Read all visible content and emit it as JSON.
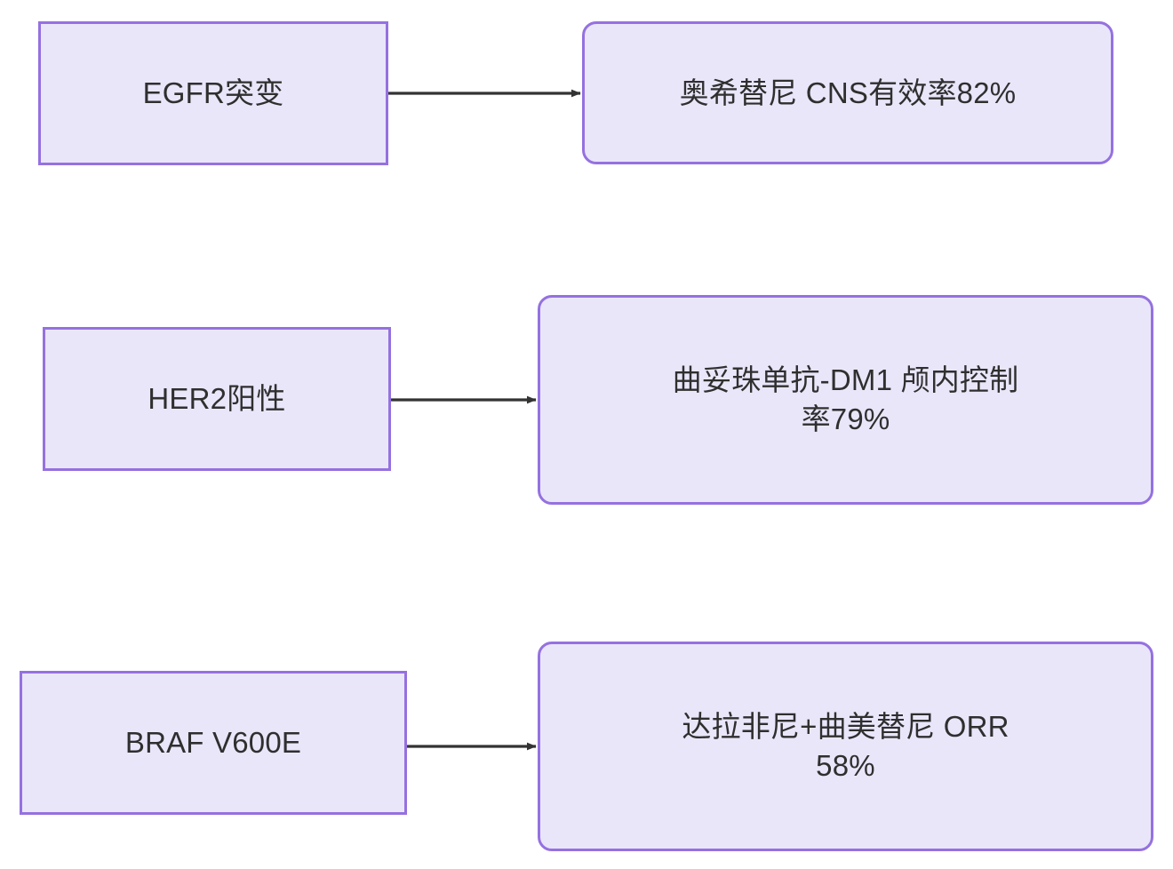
{
  "diagram": {
    "type": "flowchart",
    "direction": "left-to-right",
    "background_color": "#ffffff",
    "node_fill_color": "#eae6fa",
    "node_border_color": "#9571e0",
    "node_text_color": "#2f2f2f",
    "edge_color": "#333333",
    "pairs": [
      {
        "id": "pair-1",
        "source": {
          "id": "egfr-mutation",
          "label": "EGFR突变",
          "shape": "rectangle"
        },
        "target": {
          "id": "osimertinib-outcome",
          "label": "奥希替尼 CNS有效率82%",
          "shape": "rounded-rectangle"
        },
        "edge": {
          "id": "edge-egfr-to-osimertinib",
          "label": "",
          "arrowhead": "solid-triangle",
          "style": "solid"
        }
      },
      {
        "id": "pair-2",
        "source": {
          "id": "her2-positive",
          "label": "HER2阳性",
          "shape": "rectangle"
        },
        "target": {
          "id": "tdm1-outcome",
          "label": "曲妥珠单抗-DM1 颅内控制\n率79%",
          "shape": "rounded-rectangle"
        },
        "edge": {
          "id": "edge-her2-to-tdm1",
          "label": "",
          "arrowhead": "solid-triangle",
          "style": "solid"
        }
      },
      {
        "id": "pair-3",
        "source": {
          "id": "braf-v600e",
          "label": "BRAF V600E",
          "shape": "rectangle"
        },
        "target": {
          "id": "dabrafenib-trametinib-outcome",
          "label": "达拉非尼+曲美替尼 ORR\n58%",
          "shape": "rounded-rectangle"
        },
        "edge": {
          "id": "edge-braf-to-dabtram",
          "label": "",
          "arrowhead": "solid-triangle",
          "style": "solid"
        }
      }
    ]
  }
}
